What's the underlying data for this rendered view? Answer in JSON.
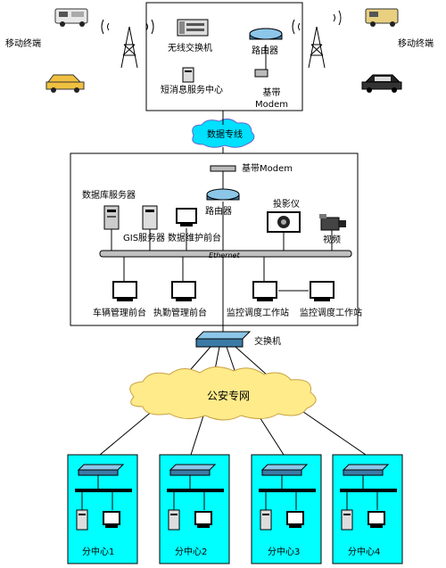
{
  "top": {
    "mobile_left": "移动终端",
    "mobile_right": "移动终端",
    "wireless_switch": "无线交换机",
    "router": "路由器",
    "sms_center": "短消息服务中心",
    "modem": "基带\nModem"
  },
  "data_line": "数据专线",
  "center": {
    "modem": "基带Modem",
    "router": "路由器",
    "db_server": "数据库服务器",
    "gis_server": "GIS服务器",
    "data_maint": "数据维护前台",
    "projector": "投影仪",
    "camera": "视频",
    "ethernet": "Ethernet",
    "vehicle_mgmt": "车辆管理前台",
    "enforce_mgmt": "执勤管理前台",
    "monitor_ws1": "监控调度工作站",
    "monitor_ws2": "监控调度工作站"
  },
  "switch": "交换机",
  "network": "公安专网",
  "branches": [
    "分中心1",
    "分中心2",
    "分中心3",
    "分中心4"
  ],
  "colors": {
    "branch_fill": "#00ffff",
    "line": "#000000",
    "ethernet_bar": "#c0c0c0"
  },
  "icons": [
    "van-icon",
    "taxi-icon",
    "car-icon",
    "tower-icon",
    "server-icon",
    "computer-icon",
    "router-icon",
    "switch-icon",
    "cloud-icon",
    "projector-icon",
    "camera-icon"
  ]
}
